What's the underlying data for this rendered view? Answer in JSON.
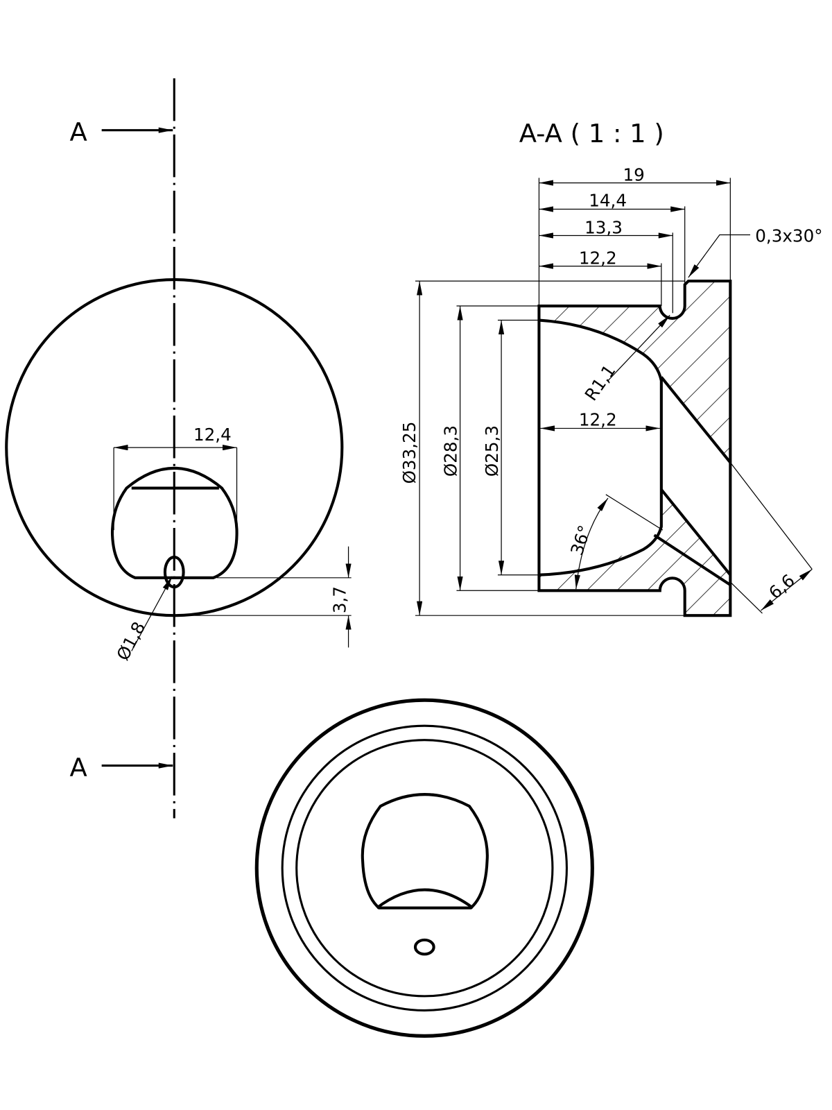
{
  "section_label": "A",
  "section_title": "A-A ( 1 : 1 )",
  "front_view": {
    "dim_width": "12,4",
    "dim_offset": "3,7",
    "dim_hole": "Ø1,8"
  },
  "section_view": {
    "dim_length_total": "19",
    "dim_length_2": "14,4",
    "dim_length_3": "13,3",
    "dim_length_4": "12,2",
    "dim_inner_depth": "12,2",
    "dim_outer_dia": "Ø33,25",
    "dim_mid_dia": "Ø28,3",
    "dim_inner_dia": "Ø25,3",
    "dim_radius": "R1,1",
    "dim_chamfer": "0,3x30°",
    "dim_angle": "36°",
    "dim_cone": "6,6"
  }
}
